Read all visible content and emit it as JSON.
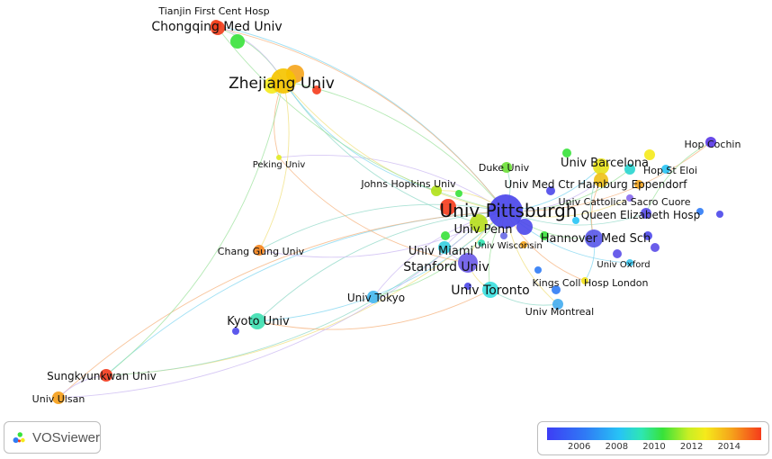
{
  "network": {
    "nodes": [
      {
        "label": "Tianjin First Cent Hosp",
        "color": "#f2451e"
      },
      {
        "label": "Chongqing Med Univ",
        "color": "#f2401e"
      },
      {
        "label": "Zhejiang Univ",
        "color": "#f5c400"
      },
      {
        "label": "Peking Univ",
        "color": "#e1ea25"
      },
      {
        "label": "Johns Hopkins Univ",
        "color": "#b2e21c"
      },
      {
        "label": "Duke Univ",
        "color": "#6ee03a"
      },
      {
        "label": "Univ Barcelona",
        "color": "#e7e21c"
      },
      {
        "label": "Hop Cochin",
        "color": "#5b3be6"
      },
      {
        "label": "Hop St Eloi",
        "color": "#2dd6d0"
      },
      {
        "label": "Univ Med Ctr Hamburg Eppendorf",
        "color": "#f0c21b"
      },
      {
        "label": "Univ Cattolica Sacro Cuore",
        "color": "#8a6cf0"
      },
      {
        "label": "Univ Pittsburgh",
        "color": "#4b47ea"
      },
      {
        "label": "Queen Elizabeth Hosp",
        "color": "#5a4de8"
      },
      {
        "label": "Univ Penn",
        "color": "#b8e020"
      },
      {
        "label": "Univ Wisconsin",
        "color": "#6a6be6"
      },
      {
        "label": "Hannover Med Sch",
        "color": "#5b5ae9"
      },
      {
        "label": "Univ Miami",
        "color": "#39cfe0"
      },
      {
        "label": "Stanford Univ",
        "color": "#6c5ce8"
      },
      {
        "label": "Chang Gung Univ",
        "color": "#f5861e"
      },
      {
        "label": "Univ Oxford",
        "color": "#38c6ef"
      },
      {
        "label": "Kings Coll Hosp London",
        "color": "#f2e21b"
      },
      {
        "label": "Univ Toronto",
        "color": "#3ee0e0"
      },
      {
        "label": "Univ Tokyo",
        "color": "#48b8ef"
      },
      {
        "label": "Univ Montreal",
        "color": "#47aef0"
      },
      {
        "label": "Kyoto Univ",
        "color": "#3fe0b2"
      },
      {
        "label": "Sungkyunkwan Univ",
        "color": "#f23c1e"
      },
      {
        "label": "Univ Ulsan",
        "color": "#f5a01b"
      }
    ]
  },
  "brand": {
    "name": "VOSviewer"
  },
  "legend": {
    "ticks": [
      "2006",
      "2008",
      "2010",
      "2012",
      "2014"
    ]
  }
}
